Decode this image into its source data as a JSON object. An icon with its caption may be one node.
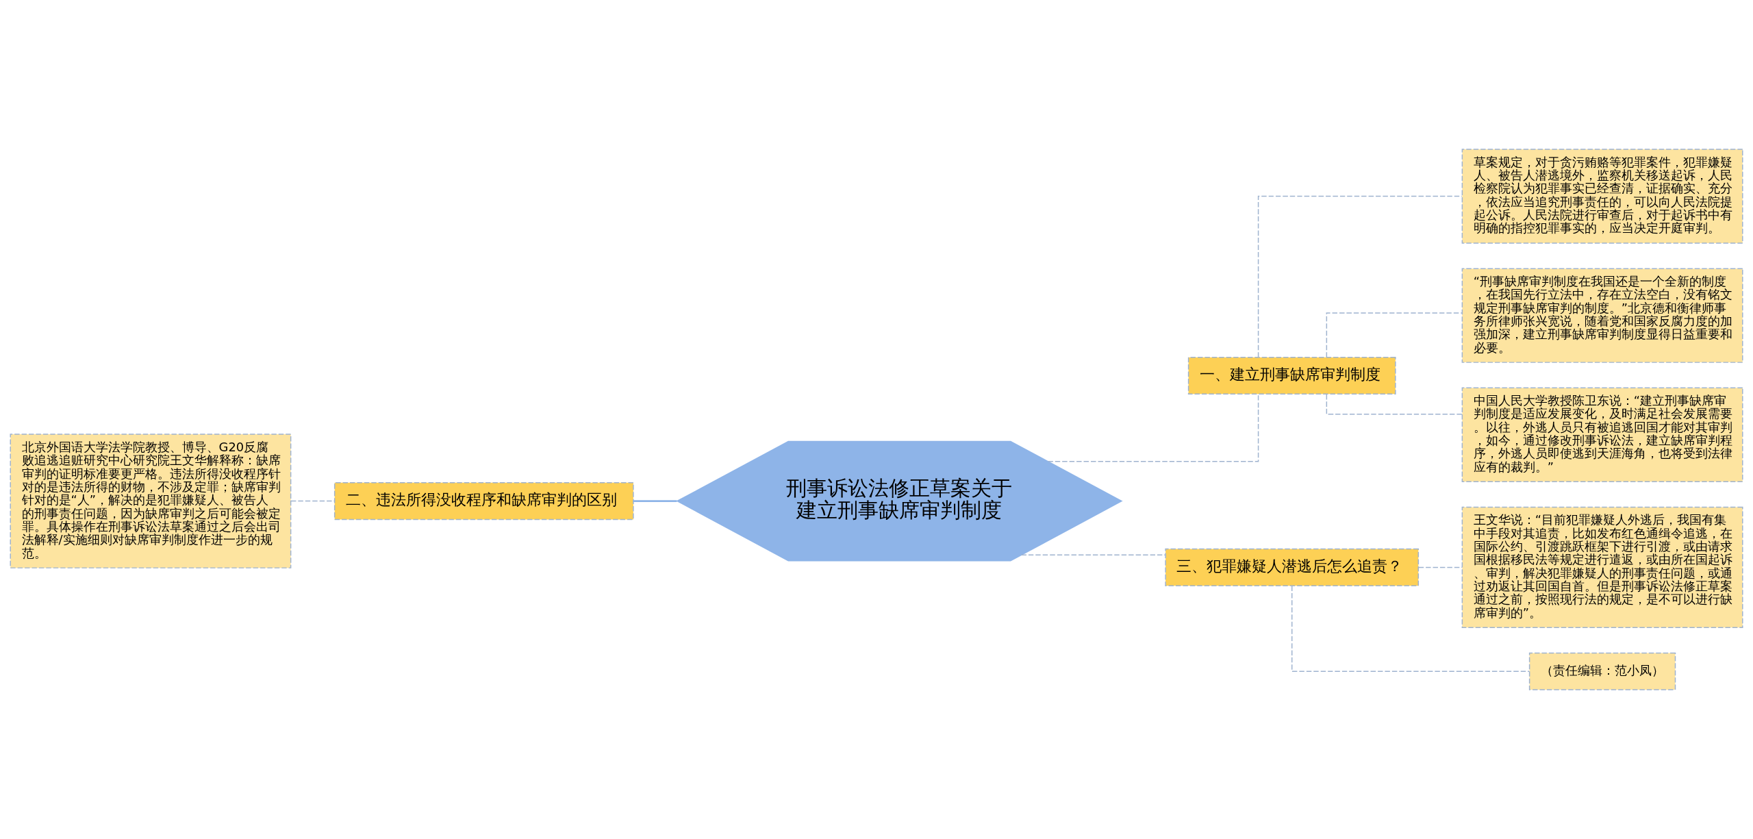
{
  "diagram": {
    "nodes": [
      {
        "text": [
          "刑事诉讼法修正草案关于建立刑事缺席审判制度"
        ]
      },
      {
        "text": [
          "二、违法所得没收程序和缺席审判的区别"
        ]
      },
      {
        "text": [
          "北京外国语大学法学院教授、博导、G20反腐败追逃追赃研究中心研究院王文华解释称：缺席审判的证明标准要更严格。违法所得没收程序针对的是违法所得的财物，不涉及定罪；缺席审判针对的是“人”，解决的是犯罪嫌疑人、被告人的刑事责任问题，因为缺席审判之后可能会被定罪。具体操作在刑事诉讼法草案通过之后会出司法解释/实施细则对缺席审判制度作进一步的规范。"
        ]
      },
      {
        "text": [
          "一、建立刑事缺席审判制度"
        ]
      },
      {
        "text": [
          "草案规定，对于贪污贿赂等犯罪案件，犯罪嫌疑人、被告人潜逃境外，监察机关移送起诉，人民检察院认为犯罪事实已经查清，证据确实、充分，依法应当追究刑事责任的，可以向人民法院提起公诉。人民法院进行审查后，对于起诉书中有明确的指控犯罪事实的，应当决定开庭审判。"
        ]
      },
      {
        "text": [
          "“刑事缺席审判制度在我国还是一个全新的制度，在我国先行立法中，存在立法空白，没有铭文规定刑事缺席审判的制度。”北京德和衡律师事务所律师张兴宽说，随着党和国家反腐力度的加强加深，建立刑事缺席审判制度显得日益重要和必要。"
        ]
      },
      {
        "text": [
          "中国人民大学教授陈卫东说：“建立刑事缺席审判制度是适应发展变化，及时满足社会发展需要。以往，外逃人员只有被追逃回国才能对其审判，如今，通过修改刑事诉讼法，建立缺席审判程序，外逃人员即使逃到天涯海角，也将受到法律应有的裁判。”"
        ]
      },
      {
        "text": [
          "三、犯罪嫌疑人潜逃后怎么追责？"
        ]
      },
      {
        "text": [
          "王文华说：“目前犯罪嫌疑人外逃后，我国有集中手段对其追责，比如发布红色通缉令追逃，在国际公约、引渡跳跃框架下进行引渡，或由请求国根据移民法等规定进行遣返，或由所在国起诉、审判，解决犯罪嫌疑人的刑事责任问题，或通过劝返让其回国自首。但是刑事诉讼法修正草案通过之前，按照现行法的规定，是不可以进行缺席审判的”。"
        ]
      },
      {
        "text": [
          "（责任编辑：范小凤）"
        ]
      }
    ],
    "edges": [
      {
        "from": 0,
        "to": 1,
        "arrow": "none",
        "color": "#8eb4e8"
      },
      {
        "from": 1,
        "to": 2,
        "arrow": "none",
        "style": "dashed"
      },
      {
        "from": 0,
        "to": 3,
        "arrow": "none",
        "style": "dashed"
      },
      {
        "from": 3,
        "to": 4,
        "arrow": "none",
        "style": "dashed"
      },
      {
        "from": 3,
        "to": 5,
        "arrow": "none",
        "style": "dashed"
      },
      {
        "from": 3,
        "to": 6,
        "arrow": "none",
        "style": "dashed"
      },
      {
        "from": 0,
        "to": 7,
        "arrow": "none",
        "style": "dashed"
      },
      {
        "from": 7,
        "to": 8,
        "arrow": "none",
        "style": "dashed"
      },
      {
        "from": 7,
        "to": 9,
        "arrow": "none",
        "style": "dashed"
      }
    ]
  }
}
